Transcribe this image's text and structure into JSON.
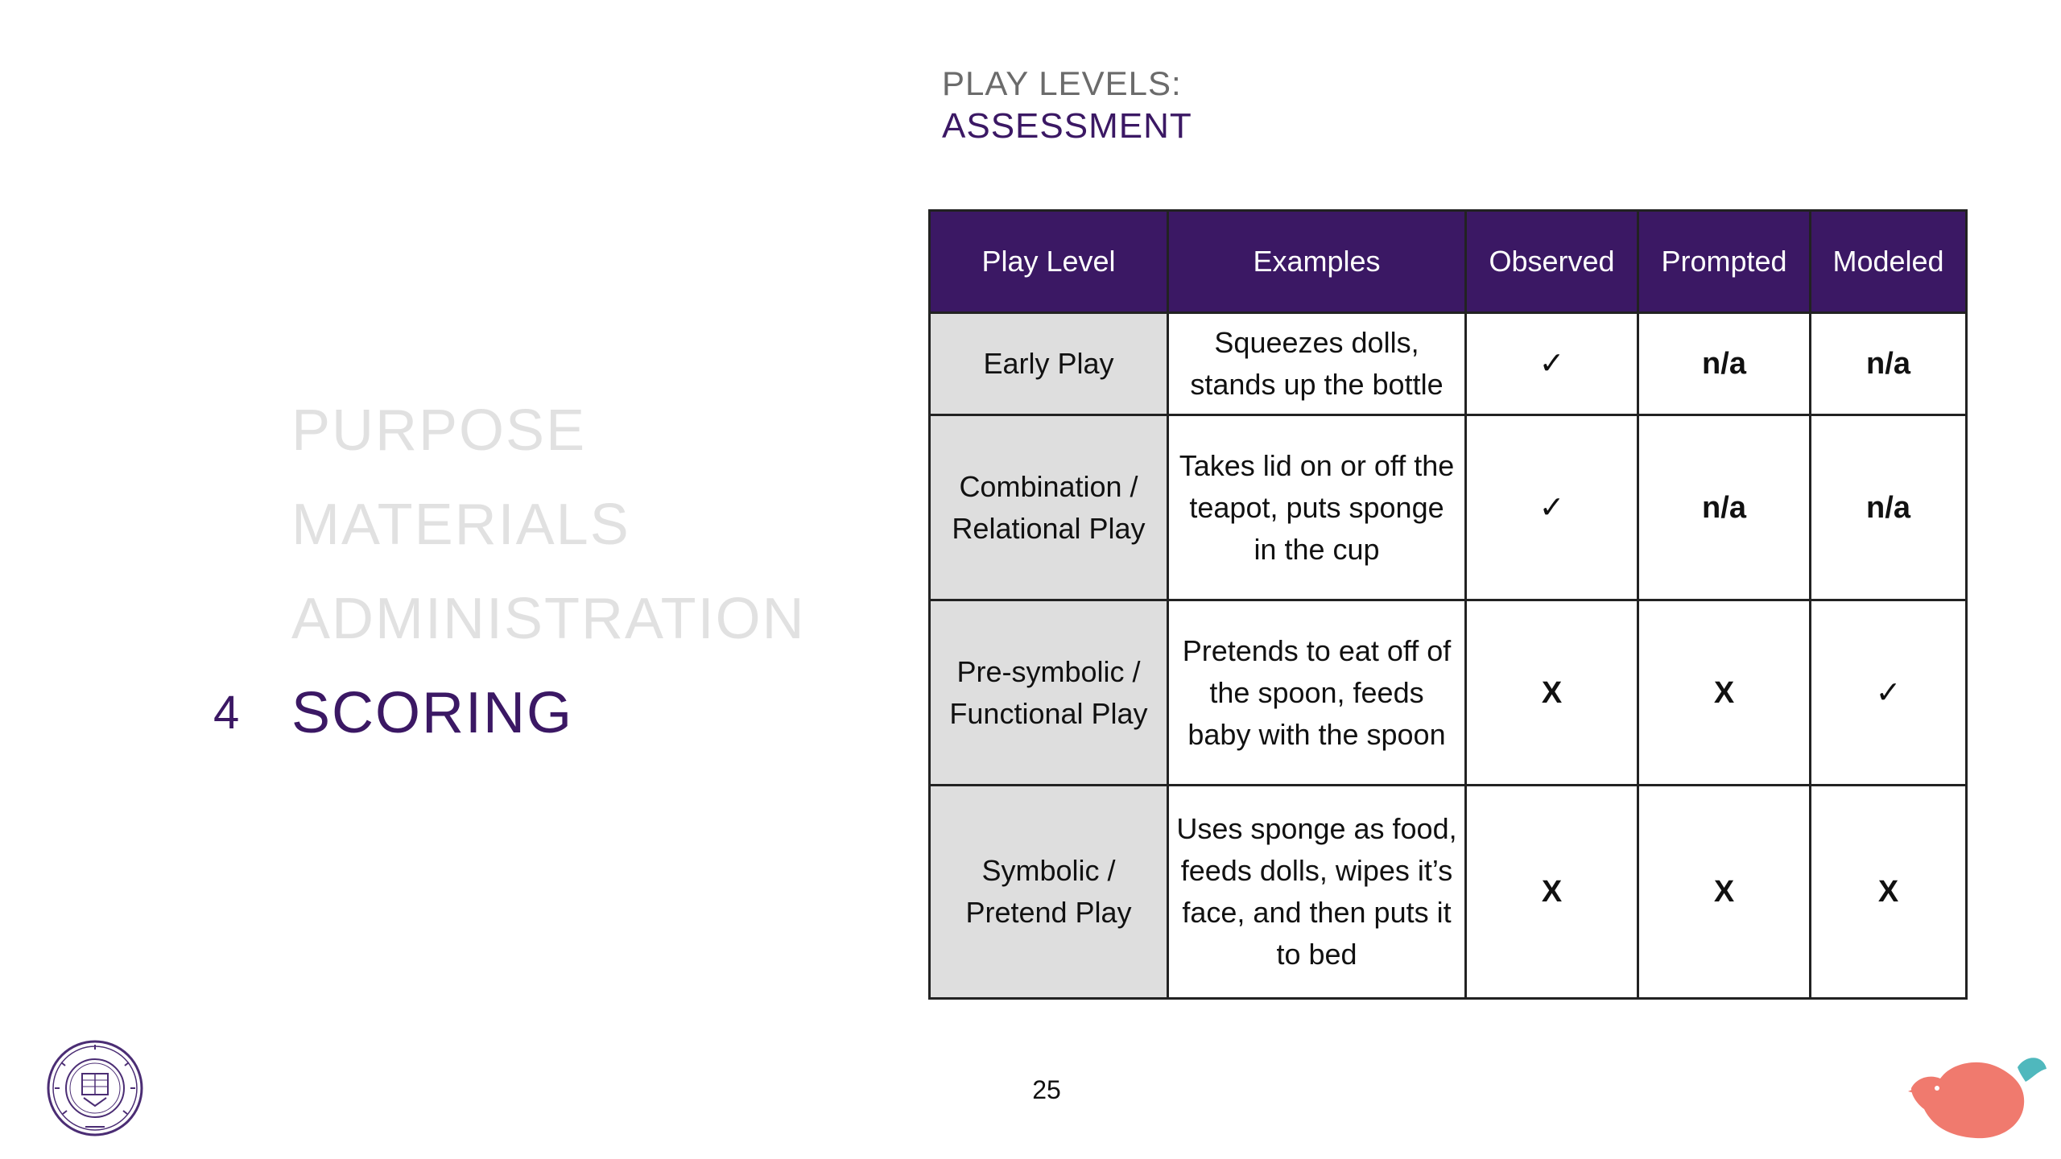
{
  "slide": {
    "title_line1": "PLAY LEVELS:",
    "title_line2": "ASSESSMENT",
    "page_number": "25"
  },
  "agenda": {
    "items": [
      {
        "label": "PURPOSE",
        "active": false
      },
      {
        "label": "MATERIALS",
        "active": false
      },
      {
        "label": "ADMINISTRATION",
        "active": false
      },
      {
        "label": "SCORING",
        "active": true,
        "number": "4"
      }
    ]
  },
  "table": {
    "headers": [
      "Play Level",
      "Examples",
      "Observed",
      "Prompted",
      "Modeled"
    ],
    "rows": [
      {
        "level": "Early Play",
        "example": "Squeezes dolls, stands up the bottle",
        "observed": "✓",
        "prompted": "n/a",
        "modeled": "n/a"
      },
      {
        "level": "Combination / Relational Play",
        "example": "Takes lid on or off the teapot, puts sponge in the cup",
        "observed": "✓",
        "prompted": "n/a",
        "modeled": "n/a"
      },
      {
        "level": "Pre-symbolic / Functional Play",
        "example": "Pretends to eat off of the spoon, feeds baby with the spoon",
        "observed": "X",
        "prompted": "X",
        "modeled": "✓"
      },
      {
        "level": "Symbolic / Pretend Play",
        "example": "Uses sponge as food, feeds dolls, wipes it’s face, and then puts it to bed",
        "observed": "X",
        "prompted": "X",
        "modeled": "X"
      }
    ]
  },
  "icons": {
    "seal": "university-seal-icon",
    "logo": "bird-logo-icon"
  },
  "colors": {
    "brand_purple": "#3b1864",
    "header_text": "#ffffff",
    "level_cell_bg": "#dedede",
    "inactive_agenda": "#e1e1e1",
    "bird_body": "#f07a6e",
    "bird_head": "#4fb8bd"
  }
}
